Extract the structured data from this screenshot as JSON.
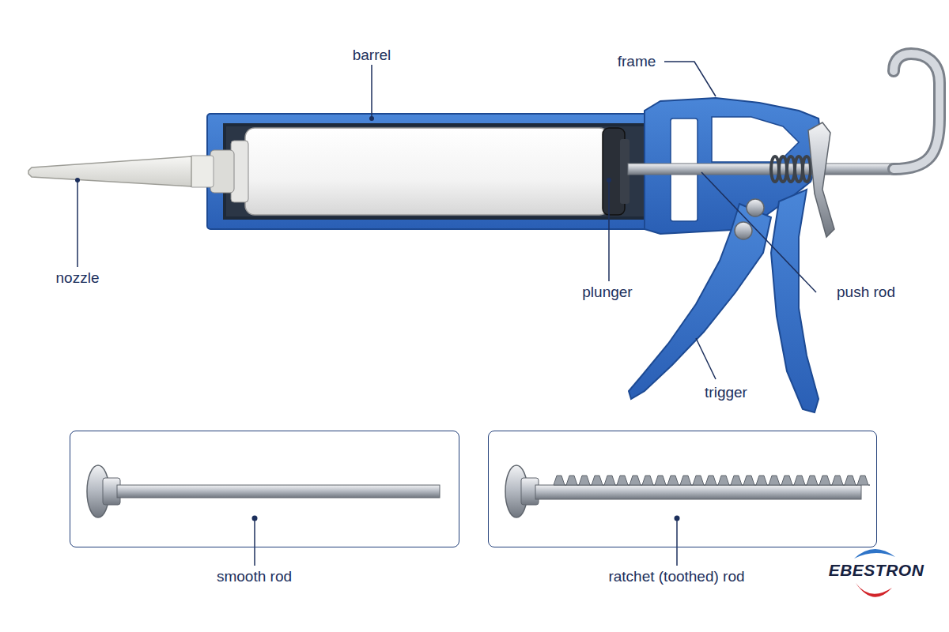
{
  "diagram": {
    "nodes": [
      {
        "text": [
          "smooth rod"
        ]
      },
      {
        "text": [
          "ratchet (toothed) rod"
        ]
      }
    ],
    "labels": [
      "barrel",
      "frame",
      "nozzle",
      "plunger",
      "push rod",
      "trigger",
      "EBESTRON"
    ]
  }
}
